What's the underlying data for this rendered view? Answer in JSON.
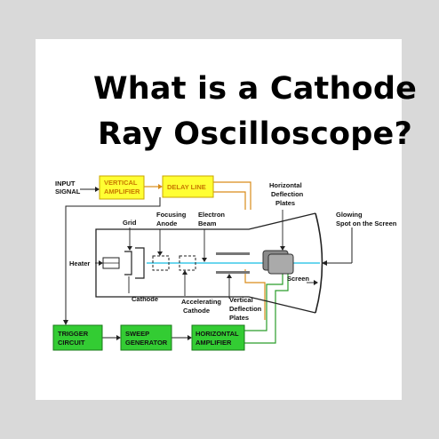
{
  "title": {
    "line1": "What is a Cathode",
    "line2": "Ray Oscilloscope?"
  },
  "diagram": {
    "input_signal": [
      "INPUT",
      "SIGNAL"
    ],
    "vertical_amplifier": [
      "VERTICAL",
      "AMPLIFIER"
    ],
    "delay_line": "DELAY LINE",
    "horizontal_deflection_plates": [
      "Horizontal",
      "Deflection",
      "Plates"
    ],
    "glowing_spot": [
      "Glowing",
      "Spot on the Screen"
    ],
    "grid": "Grid",
    "focusing_anode": [
      "Focusing",
      "Anode"
    ],
    "electron_beam": [
      "Electron",
      "Beam"
    ],
    "heater": "Heater",
    "screen": "Screen",
    "cathode": "Cathode",
    "accelerating_cathode": [
      "Accelerating",
      "Cathode"
    ],
    "vertical_deflection_plates": [
      "Vertical",
      "Deflection",
      "Plates"
    ],
    "trigger_circuit": [
      "TRIGGER",
      "CIRCUIT"
    ],
    "sweep_generator": [
      "SWEEP",
      "GENERATOR"
    ],
    "horizontal_amplifier": [
      "HORIZONTAL",
      "AMPLIFIER"
    ],
    "colors": {
      "yellow_box": "#ffff33",
      "green_box": "#33cc33",
      "orange_wire": "#d98c1a",
      "green_wire": "#2a9d2a",
      "beam": "#3cc8e8"
    }
  }
}
